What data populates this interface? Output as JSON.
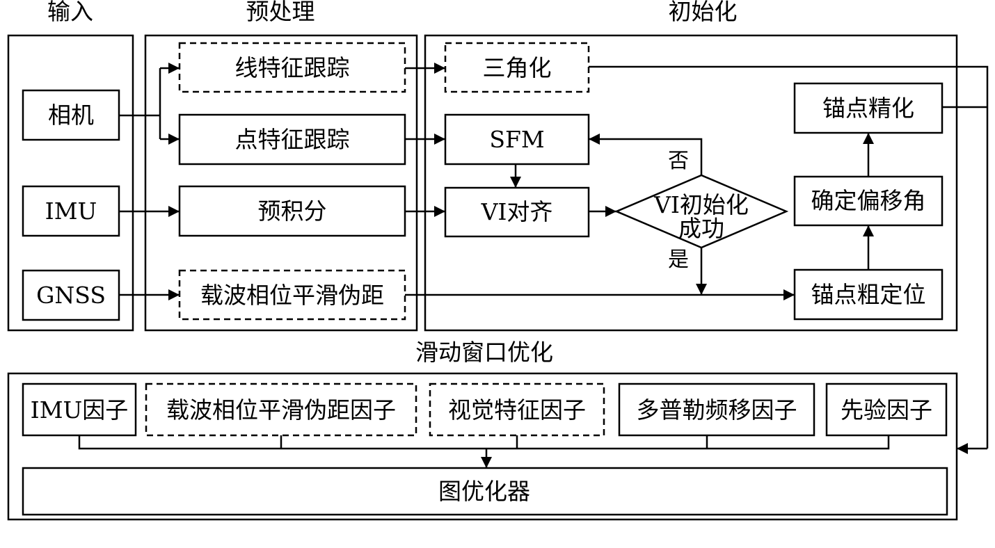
{
  "sections": {
    "input": "输入",
    "preprocess": "预处理",
    "init": "初始化",
    "sliding_window": "滑动窗口优化"
  },
  "nodes": {
    "camera": "相机",
    "imu": "IMU",
    "gnss": "GNSS",
    "line_tracking": "线特征跟踪",
    "point_tracking": "点特征跟踪",
    "preintegration": "预积分",
    "carrier_smoothing": "载波相位平滑伪距",
    "triangulation": "三角化",
    "sfm": "SFM",
    "vi_align": "VI对齐",
    "vi_init_line1": "VI初始化",
    "vi_init_line2": "成功",
    "anchor_refine": "锚点精化",
    "yaw_determine": "确定偏移角",
    "anchor_coarse": "锚点粗定位",
    "imu_factor": "IMU因子",
    "carrier_factor": "载波相位平滑伪距因子",
    "visual_factor": "视觉特征因子",
    "doppler_factor": "多普勒频移因子",
    "prior_factor": "先验因子",
    "graph_optimizer": "图优化器"
  },
  "decision_labels": {
    "no": "否",
    "yes": "是"
  }
}
